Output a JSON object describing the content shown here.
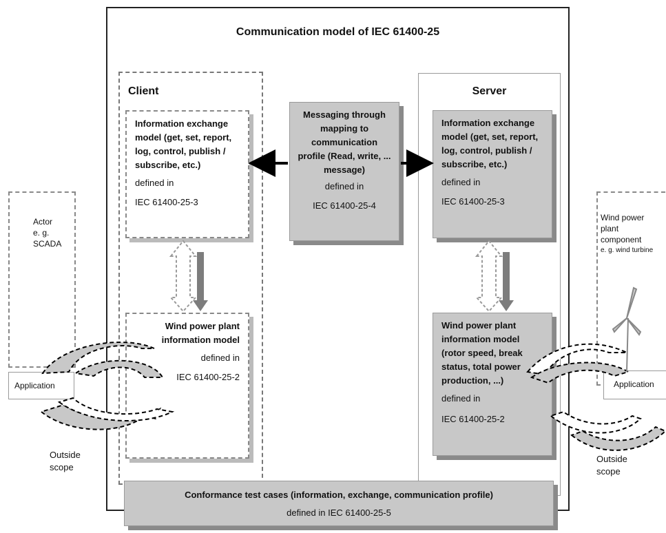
{
  "diagram": {
    "title": "Communication model of IEC 61400-25",
    "client": {
      "label": "Client",
      "info_exchange": {
        "text": "Information exchange model (get, set, report, log, control, publish / subscribe, etc.)",
        "defined_in": "defined in",
        "ref": "IEC 61400-25-3"
      },
      "info_model": {
        "title": "Wind power plant information model",
        "defined_in": "defined in",
        "ref": "IEC 61400-25-2"
      }
    },
    "messaging": {
      "text": "Messaging through mapping to communication profile (Read, write, ... message)",
      "defined_in": "defined in",
      "ref": "IEC 61400-25-4"
    },
    "server": {
      "label": "Server",
      "info_exchange": {
        "text": "Information exchange model (get, set, report, log, control, publish / subscribe, etc.)",
        "defined_in": "defined in",
        "ref": "IEC 61400-25-3"
      },
      "info_model": {
        "text": "Wind power plant information model (rotor speed, break status, total power production, ...)",
        "defined_in": "defined in",
        "ref": "IEC 61400-25-2"
      }
    },
    "left_actor": {
      "line1": "Actor",
      "line2": "e. g.",
      "line3": "SCADA",
      "application": "Application",
      "outside_scope": "Outside scope"
    },
    "right_actor": {
      "line1": "Wind power plant",
      "line2": "component",
      "line3": "e. g. wind turbine",
      "application": "Application",
      "outside_scope": "Outside scope"
    },
    "conformance": {
      "text": "Conformance test cases (information, exchange, communication profile)",
      "defined_in": "defined in IEC 61400-25-5"
    },
    "colors": {
      "box_gray": "#c8c8c8",
      "shadow": "#8a8a8a"
    }
  }
}
